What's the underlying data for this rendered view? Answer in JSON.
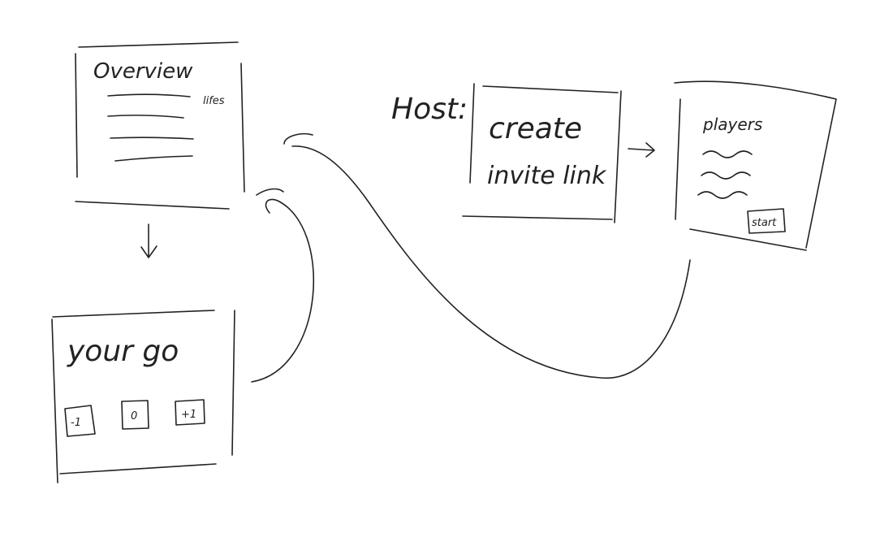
{
  "overview": {
    "title": "Overview",
    "side_label": "lifes"
  },
  "your_go": {
    "title": "your go",
    "buttons": [
      "-1",
      "0",
      "+1"
    ]
  },
  "host": {
    "label": "Host:",
    "create_line1": "create",
    "create_line2": "invite link",
    "players_title": "players",
    "start_button": "start"
  },
  "colors": {
    "ink": "#222222",
    "paper": "#ffffff"
  }
}
